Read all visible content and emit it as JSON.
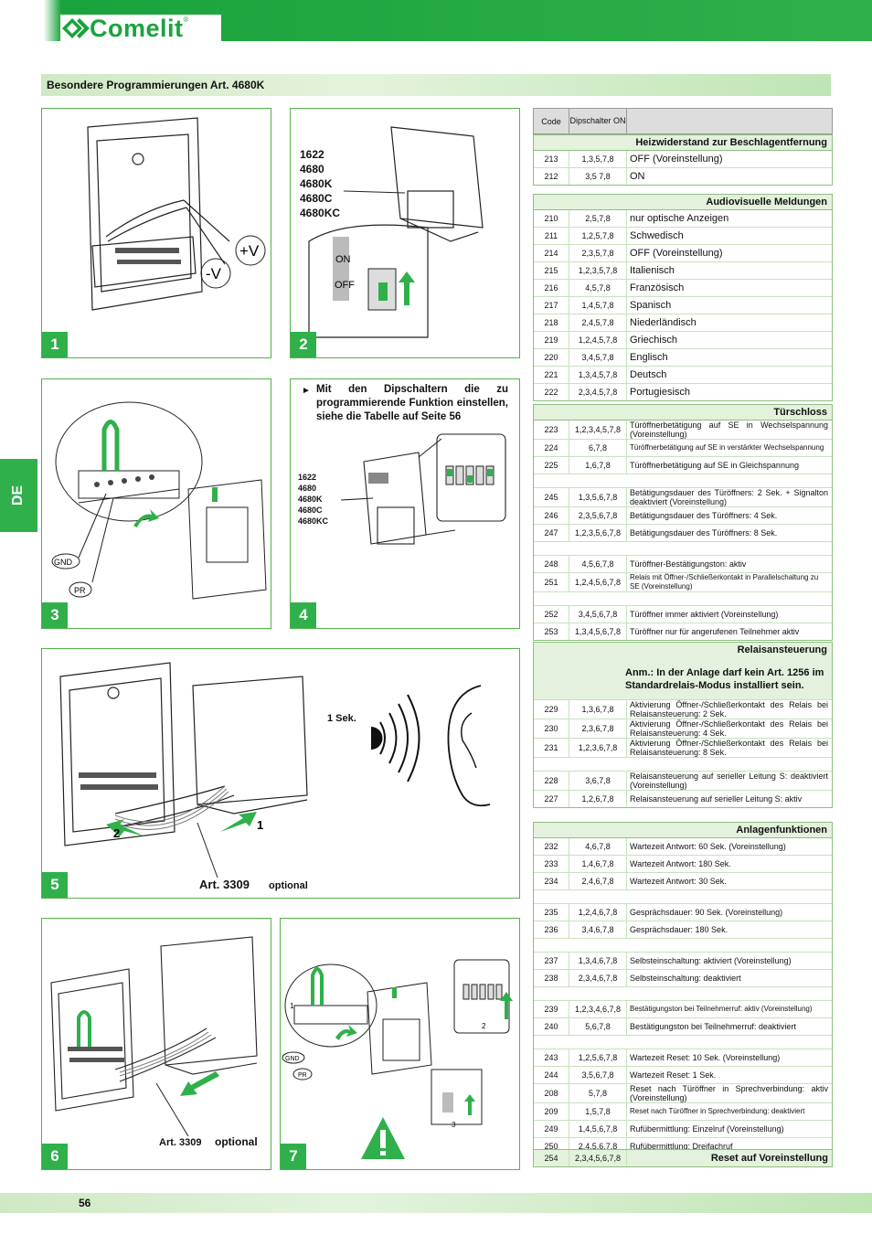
{
  "header": {
    "brand": "Comelit"
  },
  "section_title": "Besondere Programmierungen Art. 4680K",
  "side_tab": "DE",
  "panels": {
    "p1": {
      "num": "1",
      "plus_v": "+V",
      "minus_v": "-V"
    },
    "p2": {
      "num": "2",
      "models": [
        "1622",
        "4680",
        "4680K",
        "4680C",
        "4680KC"
      ],
      "on": "ON",
      "off": "OFF"
    },
    "p3": {
      "num": "3",
      "gnd": "GND",
      "pr": "PR"
    },
    "p4": {
      "num": "4",
      "instruction": "Mit den Dipschaltern die zu programmierende Funktion einstellen, siehe die Tabelle auf Seite 56",
      "models": [
        "1622",
        "4680",
        "4680K",
        "4680C",
        "4680KC"
      ]
    },
    "p5": {
      "num": "5",
      "sek": "1 Sek.",
      "art": "Art. 3309",
      "optional": "optional",
      "arrow1": "1",
      "arrow2": "2"
    },
    "p6": {
      "num": "6",
      "art": "Art. 3309",
      "optional": "optional"
    },
    "p7": {
      "num": "7",
      "gnd": "GND",
      "pr": "PR",
      "s1": "1",
      "s2": "2",
      "s3": "3"
    }
  },
  "table_header": {
    "code": "Code",
    "dip": "Dipschalter ON"
  },
  "tables": [
    {
      "title": "Heizwiderstand zur Beschlagentfernung",
      "rows": [
        {
          "code": "213",
          "dip": "1,3,5,7,8",
          "desc": "OFF (Voreinstellung)",
          "cls": ""
        },
        {
          "code": "212",
          "dip": "3,5 7,8",
          "desc": "ON",
          "cls": ""
        }
      ]
    },
    {
      "title": "Audiovisuelle Meldungen",
      "rows": [
        {
          "code": "210",
          "dip": "2,5,7,8",
          "desc": "nur optische Anzeigen",
          "cls": ""
        },
        {
          "code": "211",
          "dip": "1,2,5,7,8",
          "desc": "Schwedisch",
          "cls": ""
        },
        {
          "code": "214",
          "dip": "2,3,5,7,8",
          "desc": "OFF (Voreinstellung)",
          "cls": ""
        },
        {
          "code": "215",
          "dip": "1,2,3,5,7,8",
          "desc": "Italienisch",
          "cls": ""
        },
        {
          "code": "216",
          "dip": "4,5,7,8",
          "desc": "Französisch",
          "cls": ""
        },
        {
          "code": "217",
          "dip": "1,4,5,7,8",
          "desc": "Spanisch",
          "cls": ""
        },
        {
          "code": "218",
          "dip": "2,4,5,7,8",
          "desc": "Niederländisch",
          "cls": ""
        },
        {
          "code": "219",
          "dip": "1,2,4,5,7,8",
          "desc": "Griechisch",
          "cls": ""
        },
        {
          "code": "220",
          "dip": "3,4,5,7,8",
          "desc": "Englisch",
          "cls": ""
        },
        {
          "code": "221",
          "dip": "1,3,4,5,7,8",
          "desc": "Deutsch",
          "cls": ""
        },
        {
          "code": "222",
          "dip": "2,3,4,5,7,8",
          "desc": "Portugiesisch",
          "cls": ""
        }
      ]
    },
    {
      "title": "Türschloss",
      "rows": [
        {
          "code": "223",
          "dip": "1,2,3,4,5,7,8",
          "desc": "Türöffnerbetätigung auf SE in Wechselspannung (Voreinstellung)",
          "cls": "s"
        },
        {
          "code": "224",
          "dip": "6,7,8",
          "desc": "Türöffnerbetätigung auf SE in verstärkter Wechselspannung",
          "cls": "xs"
        },
        {
          "code": "225",
          "dip": "1,6,7,8",
          "desc": "Türöffnerbetätigung auf SE in Gleichspannung",
          "cls": "s"
        },
        {
          "gap": true
        },
        {
          "code": "245",
          "dip": "1,3,5,6,7,8",
          "desc": "Betätigungsdauer des Türöffners: 2 Sek. + Signalton deaktiviert (Voreinstellung)",
          "cls": "s"
        },
        {
          "code": "246",
          "dip": "2,3,5,6,7,8",
          "desc": "Betätigungsdauer des Türöffners: 4 Sek.",
          "cls": "s"
        },
        {
          "code": "247",
          "dip": "1,2,3,5,6,7,8",
          "desc": "Betätigungsdauer des Türöffners: 8 Sek.",
          "cls": "s"
        },
        {
          "gap": true
        },
        {
          "code": "248",
          "dip": "4,5,6,7,8",
          "desc": "Türöffner-Bestätigungston: aktiv",
          "cls": "s"
        },
        {
          "code": "251",
          "dip": "1,2,4,5,6,7,8",
          "desc": "Relais mit Öffner-/Schließerkontakt in Parallelschaltung zu SE (Voreinstellung)",
          "cls": "xs"
        },
        {
          "gap": true
        },
        {
          "code": "252",
          "dip": "3,4,5,6,7,8",
          "desc": "Türöffner immer aktiviert (Voreinstellung)",
          "cls": "s"
        },
        {
          "code": "253",
          "dip": "1,3,4,5,6,7,8",
          "desc": "Türöffner nur für angerufenen Teilnehmer aktiv",
          "cls": "s"
        }
      ]
    },
    {
      "title": "Relaisansteuerung",
      "note": "Anm.: In der Anlage darf kein Art. 1256 im Standardrelais-Modus installiert sein.",
      "rows": [
        {
          "code": "229",
          "dip": "1,3,6,7,8",
          "desc": "Aktivierung Öffner-/Schließerkontakt des Relais bei Relaisansteuerung: 2 Sek.",
          "cls": "s"
        },
        {
          "code": "230",
          "dip": "2,3,6,7,8",
          "desc": "Aktivierung Öffner-/Schließerkontakt des Relais bei Relaisansteuerung: 4 Sek.",
          "cls": "s"
        },
        {
          "code": "231",
          "dip": "1,2,3,6,7,8",
          "desc": "Aktivierung Öffner-/Schließerkontakt des Relais bei Relaisansteuerung: 8 Sek.",
          "cls": "s"
        },
        {
          "gap": true
        },
        {
          "code": "228",
          "dip": "3,6,7,8",
          "desc": "Relaisansteuerung auf serieller Leitung S: deaktiviert (Voreinstellung)",
          "cls": "s"
        },
        {
          "code": "227",
          "dip": "1,2,6,7,8",
          "desc": "Relaisansteuerung auf serieller Leitung S: aktiv",
          "cls": "s"
        }
      ]
    },
    {
      "title": "Anlagenfunktionen",
      "rows": [
        {
          "code": "232",
          "dip": "4,6,7,8",
          "desc": "Wartezeit Antwort: 60 Sek. (Voreinstellung)",
          "cls": "s"
        },
        {
          "code": "233",
          "dip": "1,4,6,7,8",
          "desc": "Wartezeit Antwort: 180 Sek.",
          "cls": "s"
        },
        {
          "code": "234",
          "dip": "2,4,6,7,8",
          "desc": "Wartezeit Antwort: 30 Sek.",
          "cls": "s"
        },
        {
          "gap": true
        },
        {
          "code": "235",
          "dip": "1,2,4,6,7,8",
          "desc": "Gesprächsdauer: 90 Sek. (Voreinstellung)",
          "cls": "s"
        },
        {
          "code": "236",
          "dip": "3,4,6,7,8",
          "desc": "Gesprächsdauer: 180 Sek.",
          "cls": "s"
        },
        {
          "gap": true
        },
        {
          "code": "237",
          "dip": "1,3,4,6,7,8",
          "desc": "Selbsteinschaltung: aktiviert (Voreinstellung)",
          "cls": "s"
        },
        {
          "code": "238",
          "dip": "2,3,4,6,7,8",
          "desc": "Selbsteinschaltung: deaktiviert",
          "cls": "s"
        },
        {
          "gap": true
        },
        {
          "code": "239",
          "dip": "1,2,3,4,6,7,8",
          "desc": "Bestätigungston bei Teilnehmerruf: aktiv (Voreinstellung)",
          "cls": "xs"
        },
        {
          "code": "240",
          "dip": "5,6,7,8",
          "desc": "Bestätigungston bei Teilnehmerruf: deaktiviert",
          "cls": "s"
        },
        {
          "gap": true
        },
        {
          "code": "243",
          "dip": "1,2,5,6,7,8",
          "desc": "Wartezeit Reset: 10 Sek. (Voreinstellung)",
          "cls": "s"
        },
        {
          "code": "244",
          "dip": "3,5,6,7,8",
          "desc": "Wartezeit Reset: 1 Sek.",
          "cls": "s"
        },
        {
          "code": "208",
          "dip": "5,7,8",
          "desc": "Reset nach Türöffner in Sprechverbindung: aktiv (Voreinstellung)",
          "cls": "s"
        },
        {
          "code": "209",
          "dip": "1,5,7,8",
          "desc": "Reset nach Türöffner in Sprechverbindung: deaktiviert",
          "cls": "xs"
        },
        {
          "code": "249",
          "dip": "1,4,5,6,7,8",
          "desc": "Rufübermittlung: Einzelruf (Voreinstellung)",
          "cls": "s"
        },
        {
          "code": "250",
          "dip": "2,4,5,6,7,8",
          "desc": "Rufübermittlung: Dreifachruf",
          "cls": "s"
        }
      ]
    }
  ],
  "reset_row": {
    "code": "254",
    "dip": "2,3,4,5,6,7,8",
    "desc": "Reset auf Voreinstellung"
  },
  "footer": {
    "page": "56"
  },
  "colors": {
    "brand_green": "#2fb04b",
    "light_green": "#e3f1dd"
  }
}
